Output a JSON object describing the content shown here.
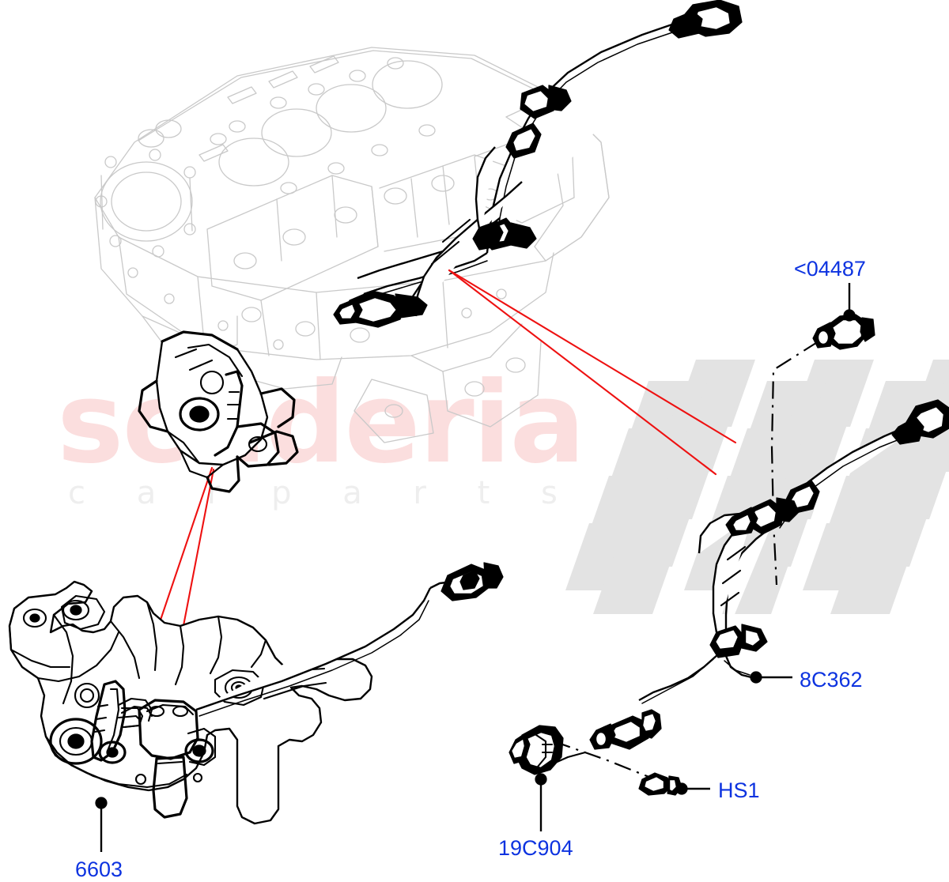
{
  "document": {
    "kind": "automotive-parts-exploded-diagram",
    "background_color": "#ffffff"
  },
  "watermark": {
    "brand": "scuderia",
    "tagline": "c a r   p a r t s",
    "brand_color": "#fbdede",
    "tagline_color": "#eeeeee",
    "flag": {
      "name": "checkered-flag",
      "color": "#e3e3e3"
    }
  },
  "labels": [
    {
      "id": "04487",
      "text": "<04487",
      "color": "#0d33e0",
      "leader": "vertical-line-with-dot"
    },
    {
      "id": "8C362",
      "text": "8C362",
      "color": "#0d33e0",
      "leader": "horizontal-line-with-dot"
    },
    {
      "id": "HS1",
      "text": "HS1",
      "color": "#0d33e0",
      "leader": "horizontal-line-with-dot"
    },
    {
      "id": "19C904",
      "text": "19C904",
      "color": "#0d33e0",
      "leader": "vertical-line-with-dot"
    },
    {
      "id": "6603",
      "text": "6603",
      "color": "#0d33e0",
      "leader": "vertical-line-with-dot"
    }
  ],
  "parts": {
    "engine_block": {
      "name": "engine-cylinder-block",
      "style": "ghost-outline",
      "line_color": "#c9c9c9"
    },
    "upper_pipe_assembly": {
      "name": "upper-oil-feed-pipe-assembly",
      "style": "solid-outline",
      "line_color": "#000000"
    },
    "right_pipe_assembly": {
      "name": "oil-pipe-assembly-8C362",
      "style": "solid-outline",
      "line_color": "#000000",
      "label_ref": "8C362"
    },
    "pump_housing_detail": {
      "name": "oil-pump-housing-assembly-6603",
      "style": "solid-outline",
      "line_color": "#000000",
      "label_ref": "6603"
    },
    "bolt_fitting": {
      "name": "banjo-bolt-fitting-04487",
      "style": "solid-outline",
      "label_ref": "04487"
    },
    "sensor_bracket": {
      "name": "sensor-bracket-19C904",
      "style": "solid-outline",
      "label_ref": "19C904"
    },
    "screw": {
      "name": "screw-HS1",
      "style": "solid-outline",
      "label_ref": "HS1"
    }
  },
  "leader_lines": {
    "callout_color": "#ee1111",
    "assembly_line_style": "dash-dot",
    "label_line_color": "#000000"
  }
}
